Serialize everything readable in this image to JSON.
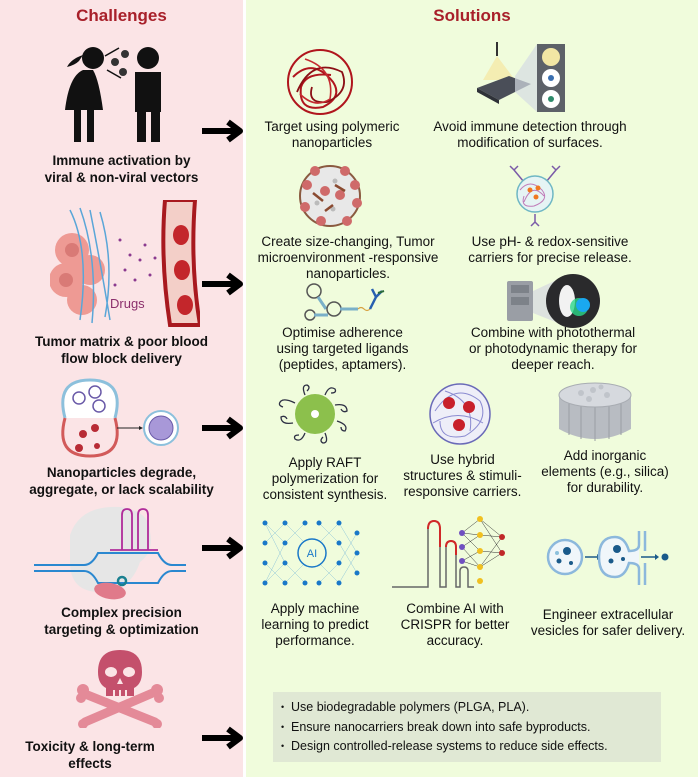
{
  "headers": {
    "challenges": "Challenges",
    "solutions": "Solutions"
  },
  "colors": {
    "challenges_bg": "#fbe4e6",
    "solutions_bg": "#f0fcdc",
    "header_text": "#a8202a",
    "bullet_box_bg": "#e0e8d4"
  },
  "rows": [
    {
      "challenge": {
        "icon": "coughing-people-icon",
        "label_line1": "Immune activation by",
        "label_line2": "viral & non-viral vectors"
      },
      "solutions": [
        {
          "icon": "polymer-nanoparticle-icon",
          "line1": "Target using polymeric",
          "line2": "nanoparticles"
        },
        {
          "icon": "microarray-imaging-icon",
          "line1": "Avoid immune detection through",
          "line2": "modification of surfaces."
        }
      ]
    },
    {
      "challenge": {
        "icon": "tumor-blood-vessel-icon",
        "drug_label": "Drugs",
        "label_line1": "Tumor matrix & poor blood",
        "label_line2": "flow block delivery"
      },
      "solutions": [
        {
          "icon": "size-changing-nanoparticle-icon",
          "line1": "Create size-changing, Tumor",
          "line2": "microenvironment -responsive",
          "line3": "nanoparticles."
        },
        {
          "icon": "ph-redox-carrier-icon",
          "line1": "Use pH- & redox-sensitive",
          "line2": "carriers for precise release."
        },
        {
          "icon": "aptamer-antibody-icon",
          "line1": "Optimise adherence",
          "line2": "using targeted ligands",
          "line3": "(peptides, aptamers)."
        },
        {
          "icon": "photodynamic-imaging-icon",
          "line1": "Combine with photothermal",
          "line2": "or photodynamic therapy for",
          "line3": "deeper reach."
        }
      ]
    },
    {
      "challenge": {
        "icon": "nanoparticle-degrade-icon",
        "label_line1": "Nanoparticles degrade,",
        "label_line2": "aggregate, or lack scalability"
      },
      "solutions": [
        {
          "icon": "raft-polymer-icon",
          "line1": "Apply RAFT",
          "line2": "polymerization for",
          "line3": "consistent synthesis."
        },
        {
          "icon": "hybrid-carrier-icon",
          "line1": "Use hybrid",
          "line2": "structures & stimuli-",
          "line3": "responsive carriers."
        },
        {
          "icon": "silica-cylinder-icon",
          "line1": "Add inorganic",
          "line2": "elements (e.g., silica)",
          "line3": "for durability."
        }
      ]
    },
    {
      "challenge": {
        "icon": "crispr-complex-icon",
        "label_line1": "Complex precision",
        "label_line2": "targeting & optimization"
      },
      "solutions": [
        {
          "icon": "neural-network-ai-icon",
          "ai_text": "AI",
          "line1": "Apply machine",
          "line2": "learning to predict",
          "line3": "performance."
        },
        {
          "icon": "crispr-ai-icon",
          "line1": "Combine AI with",
          "line2": "CRISPR for better",
          "line3": "accuracy."
        },
        {
          "icon": "extracellular-vesicle-icon",
          "line1": "Engineer extracellular",
          "line2": "vesicles for safer delivery."
        }
      ]
    },
    {
      "challenge": {
        "icon": "skull-crossbones-icon",
        "label_line1": "Toxicity & long-term",
        "label_line2": "effects"
      },
      "bullets": [
        "Use biodegradable polymers (PLGA, PLA).",
        "Ensure nanocarriers break down into safe byproducts.",
        "Design controlled-release systems to reduce side effects."
      ]
    }
  ]
}
